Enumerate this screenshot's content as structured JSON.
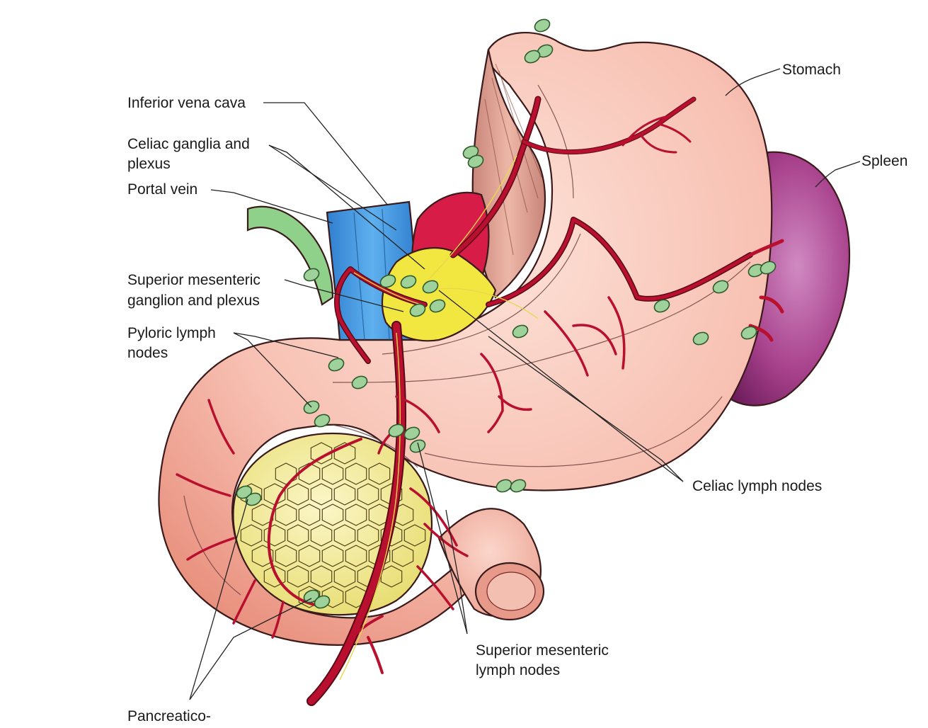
{
  "labels": {
    "stomach": "Stomach",
    "spleen": "Spleen",
    "ivc": "Inferior vena cava",
    "celiac_ganglia_1": "Celiac ganglia and",
    "celiac_ganglia_2": "plexus",
    "portal_vein": "Portal vein",
    "sup_mes_ganglion_1": "Superior mesenteric",
    "sup_mes_ganglion_2": "ganglion and plexus",
    "pyloric_1": "Pyloric lymph",
    "pyloric_2": "nodes",
    "celiac_nodes": "Celiac lymph nodes",
    "sup_mes_nodes_1": "Superior mesenteric",
    "sup_mes_nodes_2": "lymph nodes",
    "pancreatico": "Pancreatico-"
  },
  "colors": {
    "stomach": "#f6c2b4",
    "spleen": "#a8418c",
    "ivc": "#3a8fd6",
    "artery": "#b8102e",
    "ganglion": "#f2e640",
    "pancreas": "#f3ec9a",
    "lymph_node": "#9fd29a",
    "green_duct": "#8fd08a"
  }
}
